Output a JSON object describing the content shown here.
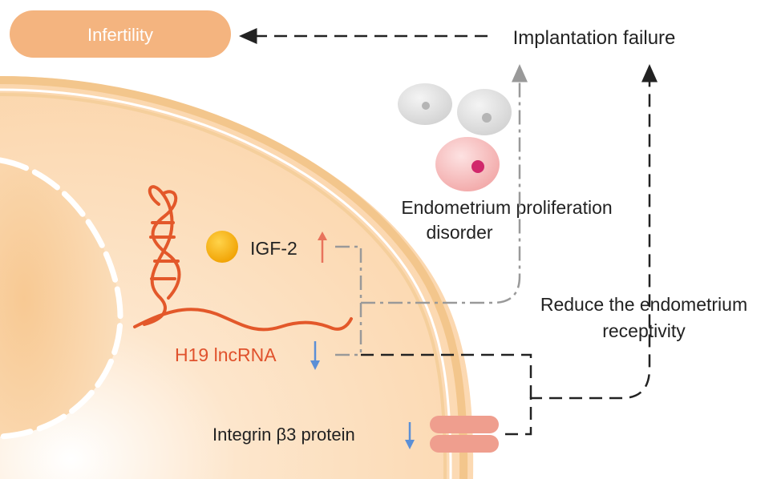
{
  "labels": {
    "infertility": "Infertility",
    "implantation_failure": "Implantation failure",
    "endometrium_line1": "Endometrium proliferation",
    "endometrium_line2": "disorder",
    "igf2": "IGF-2",
    "h19": "H19 lncRNA",
    "reduce_line1": "Reduce the endometrium",
    "reduce_line2": "receptivity",
    "integrin": "Integrin β3 protein"
  },
  "colors": {
    "infertility_fill": "#f4b47f",
    "cell_fill": "#fbdcb5",
    "membrane": "#f2c486",
    "rna": "#e3582a",
    "h19_text": "#e0522d",
    "up_arrow": "#e8735c",
    "down_arrow": "#5b8fd6",
    "igf_ball": "#f5b100",
    "dash_dark": "#222222",
    "dash_gray": "#999999"
  },
  "icons": [
    "up-arrow-icon",
    "down-arrow-icon",
    "rna-helix-icon",
    "igf2-ball-icon",
    "integrin-protein-icon",
    "cell-icon"
  ]
}
